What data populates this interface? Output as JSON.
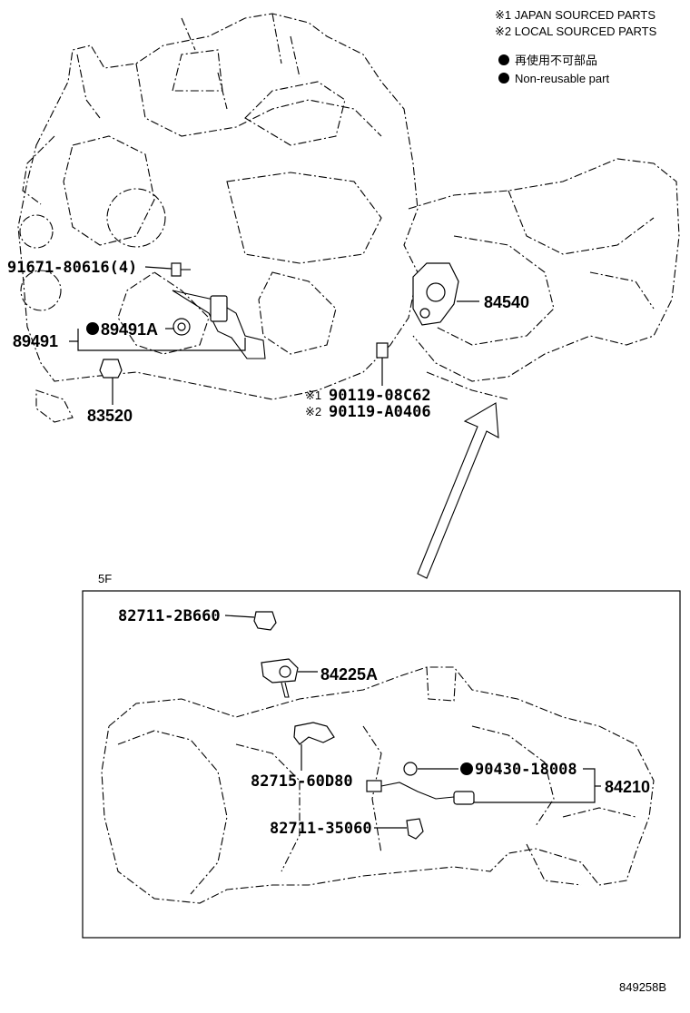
{
  "notes": {
    "japan": "※1 JAPAN SOURCED PARTS",
    "local": "※2 LOCAL SOURCED PARTS",
    "nonreusable_jp": "再使用不可部品",
    "nonreusable_en": "Non-reusable part"
  },
  "inset_label": "5F",
  "diagram_code": "849258B",
  "upper_parts": {
    "p91671": "91671-80616(4)",
    "p89491": "89491",
    "p89491A": "89491A",
    "p83520": "83520",
    "p84540": "84540",
    "p90119_1": "90119-08C62",
    "p90119_2": "90119-A0406",
    "mark1": "※1",
    "mark2": "※2"
  },
  "lower_parts": {
    "p82711a": "82711-2B660",
    "p84225A": "84225A",
    "p82715": "82715-60D80",
    "p90430": "90430-18008",
    "p84210": "84210",
    "p82711b": "82711-35060"
  },
  "colors": {
    "ink": "#000000",
    "paper": "#ffffff"
  }
}
